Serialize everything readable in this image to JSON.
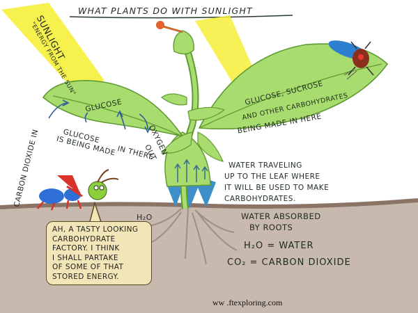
{
  "title": "WHAT PLANTS DO WITH SUNLIGHT",
  "sunlight": {
    "label": "SUNLIGHT",
    "tagline": "\"ENERGY FROM THE SUN\""
  },
  "labels": {
    "carbon_dioxide_in": "CARBON DIOXIDE IN",
    "glucose": "GLUCOSE",
    "glucose_made": [
      "GLUCOSE",
      "IS BEING MADE",
      "IN THERE"
    ],
    "oxygen_out": [
      "OXYGEN",
      "OUT"
    ],
    "glucose_sucrose": [
      "GLUCOSE, SUCROSE",
      "AND OTHER CARBOHYDRATES",
      "BEING MADE IN HERE"
    ],
    "water_traveling": [
      "WATER TRAVELING",
      "UP TO THE LEAF WHERE",
      "IT WILL BE USED TO MAKE",
      "CARBOHYDRATES."
    ],
    "h2o_small": "H₂O",
    "water_absorbed": [
      "WATER ABSORBED",
      "BY ROOTS"
    ],
    "h2o_formula": "H₂O = WATER",
    "co2_formula": "CO₂ = CARBON DIOXIDE"
  },
  "speech_bubble": {
    "lines": [
      "AH, A TASTY LOOKING",
      "CARBOHYDRATE",
      "FACTORY. I THINK",
      "I SHALL PARTAKE",
      "OF SOME OF THAT",
      "STORED ENERGY."
    ]
  },
  "website": "ww  .ftexploring.com",
  "colors": {
    "leaf": "#a9dc6e",
    "leaf_dark": "#5f9a32",
    "sun": "#f6ef3a",
    "soil": "#8a7466",
    "root_base": "#3e8fc7",
    "bubble": "#f2e6b8",
    "ant": "#2e6fd8",
    "ant_red": "#d8332a"
  },
  "icons": [
    "sun-ray-icon",
    "flower-bud-icon",
    "beetle-icon",
    "ant-icon",
    "arrow-icon"
  ]
}
